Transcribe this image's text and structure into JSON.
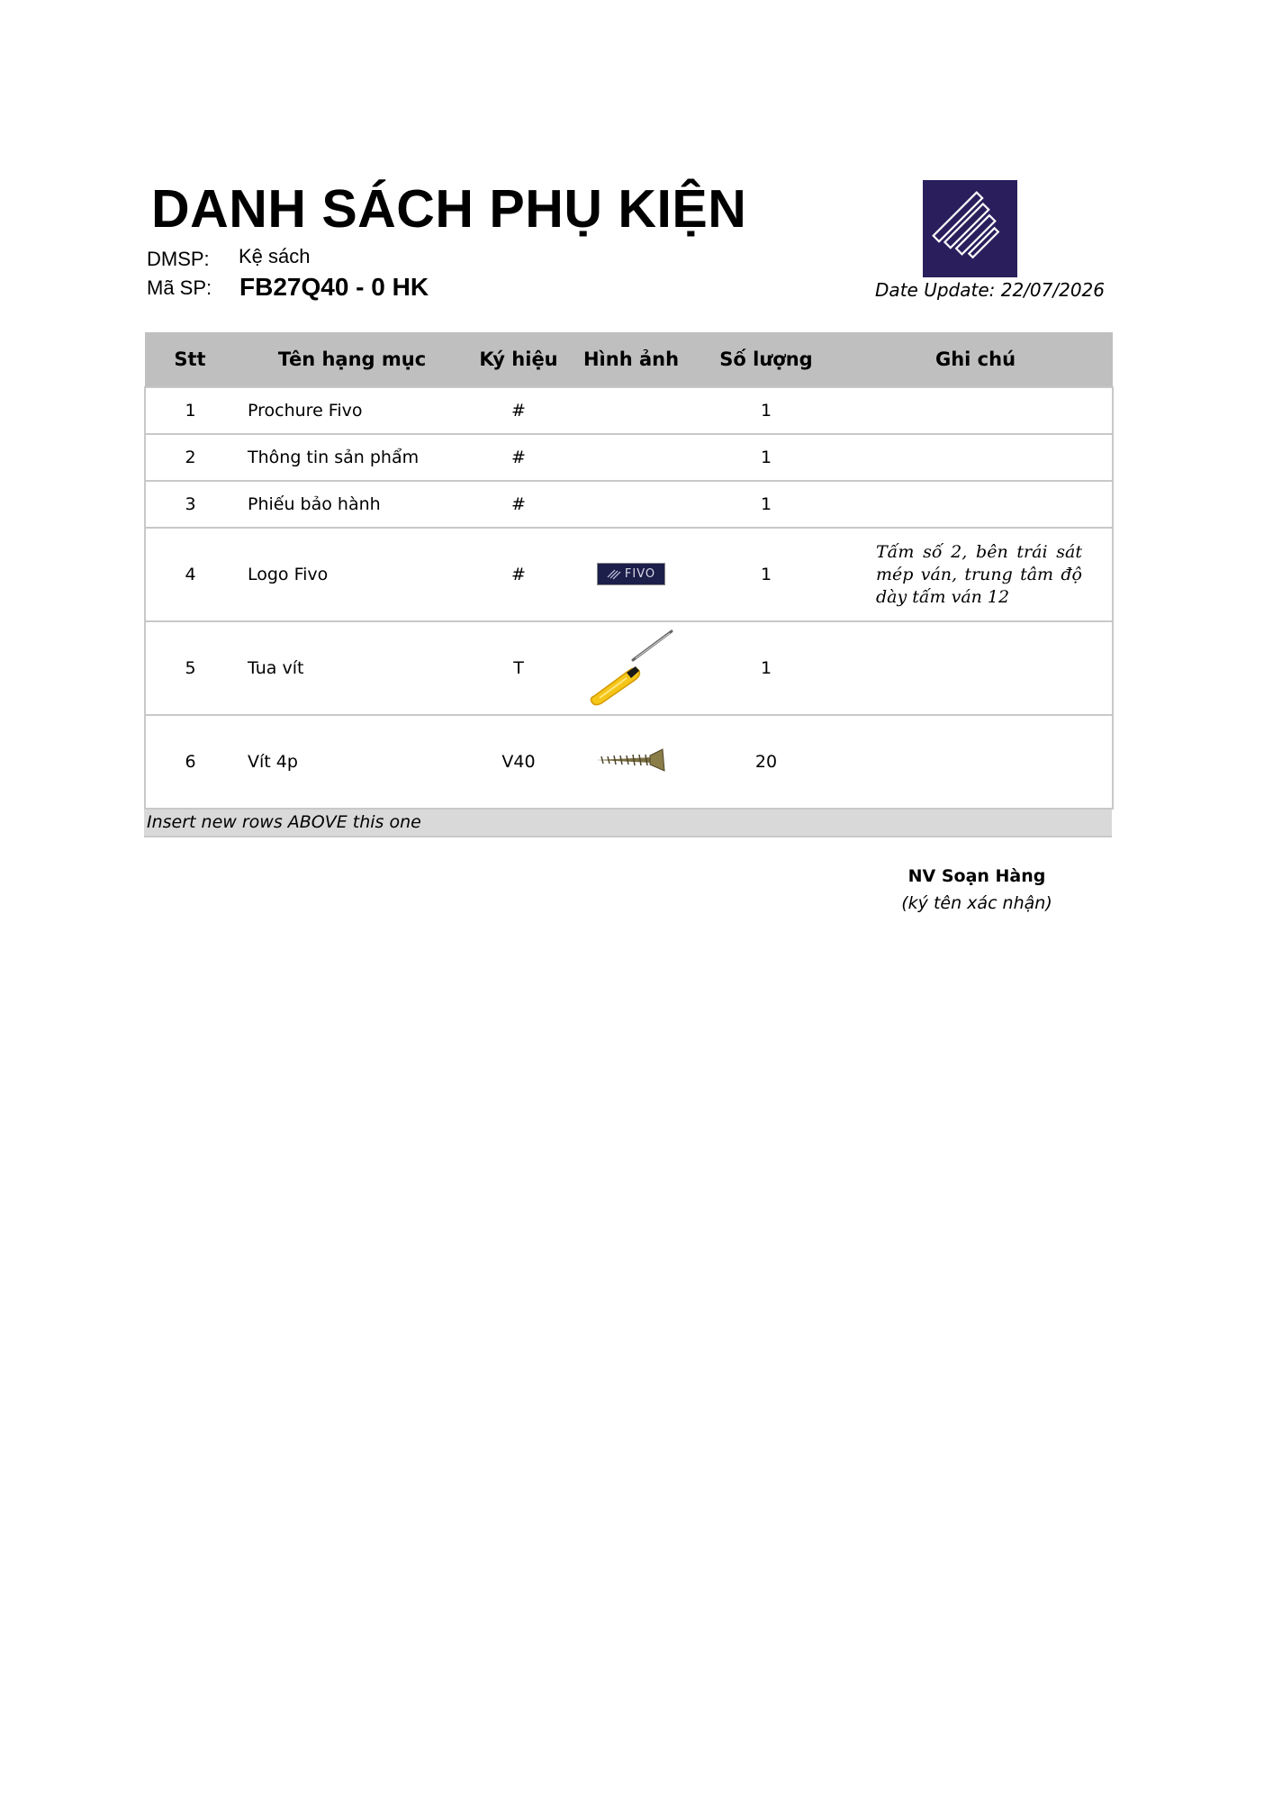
{
  "header": {
    "title": "DANH SÁCH PHỤ KIỆN",
    "dmsp_label": "DMSP:",
    "dmsp_value": "Kệ sách",
    "ma_sp_label": "Mã SP:",
    "ma_sp_value": "FB27Q40 - 0 HK",
    "date_update": "Date Update: 22/07/2026",
    "logo_icon": "brand-stripes-logo",
    "logo_color": "#2a1f5c"
  },
  "table": {
    "columns": [
      "Stt",
      "Tên hạng mục",
      "Ký hiệu",
      "Hình ảnh",
      "Số lượng",
      "Ghi chú"
    ],
    "rows": [
      {
        "stt": "1",
        "name": "Prochure Fivo",
        "symbol": "#",
        "image": "",
        "qty": "1",
        "note": ""
      },
      {
        "stt": "2",
        "name": "Thông tin sản phẩm",
        "symbol": "#",
        "image": "",
        "qty": "1",
        "note": ""
      },
      {
        "stt": "3",
        "name": "Phiếu bảo hành",
        "symbol": "#",
        "image": "",
        "qty": "1",
        "note": ""
      },
      {
        "stt": "4",
        "name": "Logo Fivo",
        "symbol": "#",
        "image": "fivo-logo-plate",
        "image_text": "FIVO",
        "qty": "1",
        "note": "Tấm số 2, bên trái sát mép ván, trung tâm độ dày tấm ván 12"
      },
      {
        "stt": "5",
        "name": "Tua vít",
        "symbol": "T",
        "image": "screwdriver",
        "qty": "1",
        "note": ""
      },
      {
        "stt": "6",
        "name": "Vít 4p",
        "symbol": "V40",
        "image": "screw",
        "qty": "20",
        "note": ""
      }
    ],
    "insert_hint": "Insert new rows ABOVE this one"
  },
  "signature": {
    "title": "NV Soạn Hàng",
    "subtitle": "(ký tên xác nhận)"
  }
}
